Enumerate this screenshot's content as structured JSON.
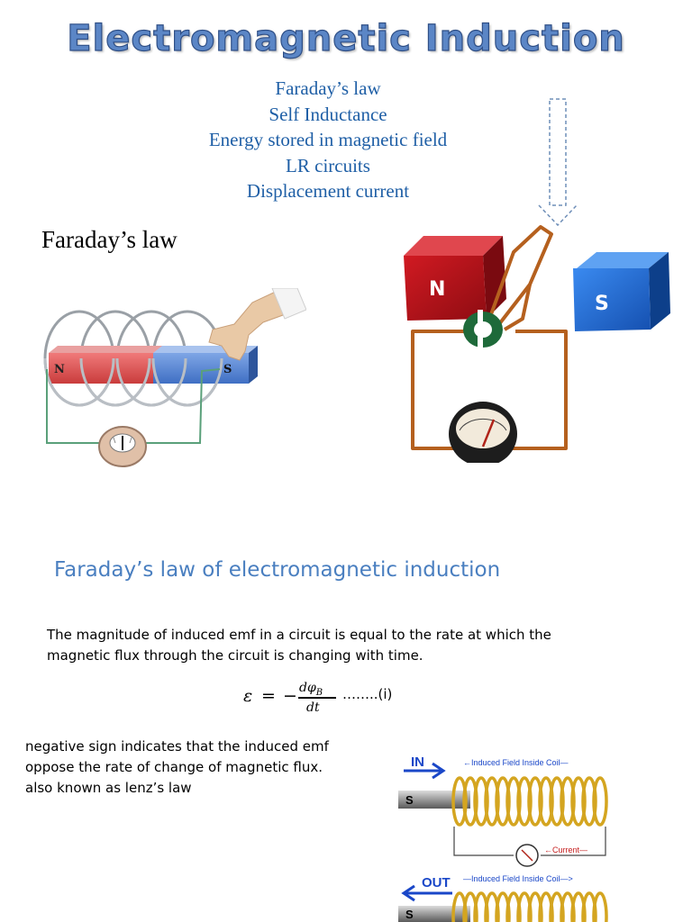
{
  "title": "Electromagnetic Induction",
  "toc": [
    "Faraday’s law",
    "Self Inductance",
    "Energy stored in magnetic field",
    "LR circuits",
    "Displacement current"
  ],
  "section1_heading": "Faraday’s law",
  "diagram_left": {
    "north": "N",
    "south": "S"
  },
  "diagram_right": {
    "north": "N",
    "south": "S"
  },
  "section2_heading": "Faraday’s law of electromagnetic induction",
  "paragraph": "The magnitude of induced emf in a circuit is equal to the rate at which the magnetic flux through the circuit is changing with time.",
  "equation": {
    "lhs": "ε",
    "equals": "=",
    "minus": "−",
    "numerator": "dφ",
    "numerator_sub": "B",
    "denominator": "dt",
    "ref": "……..(i)"
  },
  "note": " negative sign indicates that the induced emf oppose the rate of change  of magnetic flux. also known as lenz’s law",
  "diagram_lenz": {
    "top_in": "IN",
    "top_field": "←Induced Field Inside Coil—",
    "top_pole": "S",
    "current": "←Current—",
    "bottom_out": "OUT",
    "bottom_field": "—Induced Field Inside Coil—>",
    "bottom_pole": "S"
  },
  "colors": {
    "accent": "#1f5fa6",
    "title_fill": "#5b86c6",
    "heading2": "#4a7fc0",
    "magnet_north": "#c0141c",
    "magnet_south": "#1f6fd8",
    "copper": "#b5601e",
    "coil_gold": "#d4a520"
  }
}
